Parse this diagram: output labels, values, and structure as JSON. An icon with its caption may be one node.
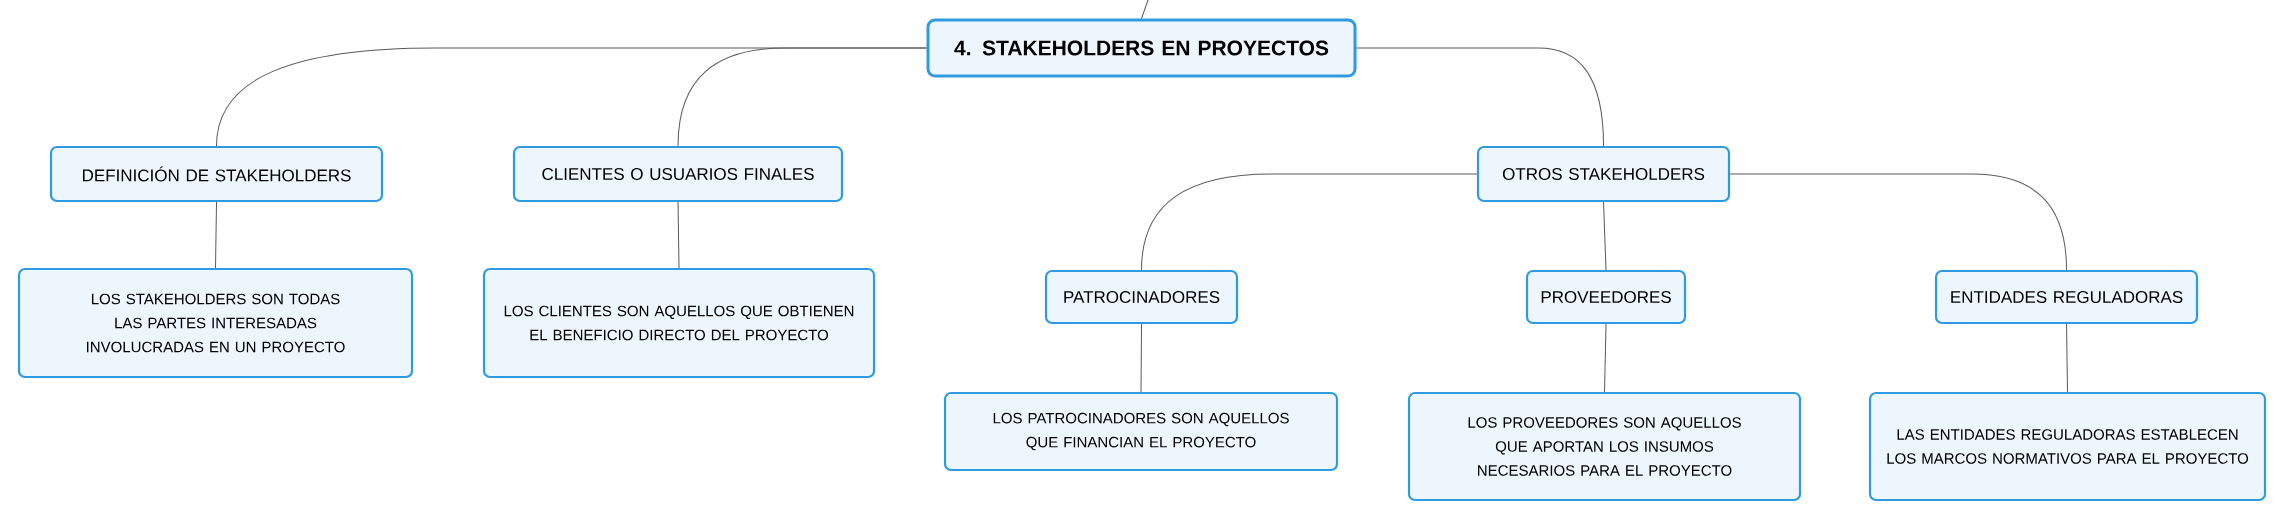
{
  "diagram": {
    "nodes": [
      {
        "text": [
          "4. STAKEHOLDERS EN PROYECTOS"
        ]
      },
      {
        "text": [
          "DEFINICIÓN DE STAKEHOLDERS"
        ]
      },
      {
        "text": [
          "CLIENTES O USUARIOS FINALES"
        ]
      },
      {
        "text": [
          "OTROS STAKEHOLDERS"
        ]
      },
      {
        "text": [
          "LOS STAKEHOLDERS SON TODAS LAS PARTES INTERESADAS INVOLUCRADAS EN UN PROYECTO"
        ]
      },
      {
        "text": [
          "LOS CLIENTES SON AQUELLOS QUE OBTIENEN EL BENEFICIO DIRECTO DEL PROYECTO"
        ]
      },
      {
        "text": [
          "PATROCINADORES"
        ]
      },
      {
        "text": [
          "PROVEEDORES"
        ]
      },
      {
        "text": [
          "ENTIDADES REGULADORAS"
        ]
      },
      {
        "text": [
          "LOS PATROCINADORES SON AQUELLOS QUE FINANCIAN EL PROYECTO"
        ]
      },
      {
        "text": [
          "LOS PROVEEDORES SON AQUELLOS QUE APORTAN LOS INSUMOS NECESARIOS PARA EL PROYECTO"
        ]
      },
      {
        "text": [
          "LAS ENTIDADES REGULADORAS ESTABLECEN LOS MARCOS NORMATIVOS PARA EL PROYECTO"
        ]
      }
    ],
    "edges": [
      {
        "from": null,
        "to": 0,
        "arrow": "none"
      },
      {
        "from": 0,
        "to": 1,
        "arrow": "none"
      },
      {
        "from": 0,
        "to": 2,
        "arrow": "none"
      },
      {
        "from": 0,
        "to": 3,
        "arrow": "none"
      },
      {
        "from": 1,
        "to": 4,
        "arrow": "none"
      },
      {
        "from": 2,
        "to": 5,
        "arrow": "none"
      },
      {
        "from": 3,
        "to": 6,
        "arrow": "none"
      },
      {
        "from": 3,
        "to": 7,
        "arrow": "none"
      },
      {
        "from": 3,
        "to": 8,
        "arrow": "none"
      },
      {
        "from": 6,
        "to": 9,
        "arrow": "none"
      },
      {
        "from": 7,
        "to": 10,
        "arrow": "none"
      },
      {
        "from": 8,
        "to": 11,
        "arrow": "none"
      }
    ]
  }
}
